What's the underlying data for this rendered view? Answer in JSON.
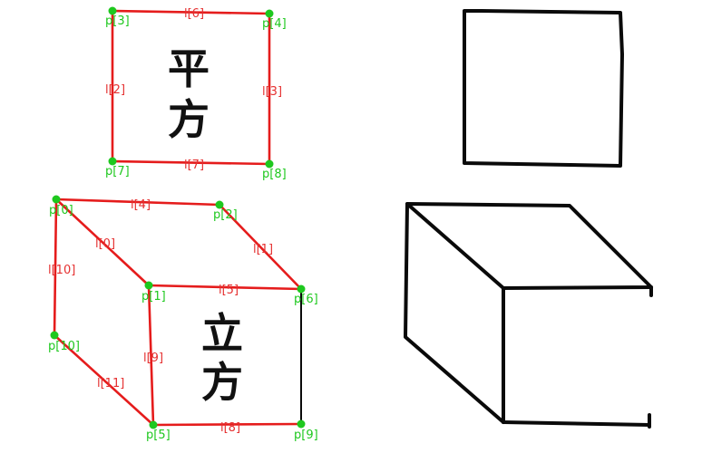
{
  "square_annotated": {
    "kanji_top": "平",
    "kanji_bottom": "方",
    "points": [
      {
        "id": "p3",
        "label": "p[3]"
      },
      {
        "id": "p4",
        "label": "p[4]"
      },
      {
        "id": "p7",
        "label": "p[7]"
      },
      {
        "id": "p8",
        "label": "p[8]"
      }
    ],
    "lines": [
      {
        "id": "l6",
        "label": "l[6]"
      },
      {
        "id": "l2",
        "label": "l[2]"
      },
      {
        "id": "l3",
        "label": "l[3]"
      },
      {
        "id": "l7",
        "label": "l[7]"
      }
    ]
  },
  "cube_annotated": {
    "kanji_top": "立",
    "kanji_bottom": "方",
    "points": [
      {
        "id": "p0",
        "label": "p[0]"
      },
      {
        "id": "p2",
        "label": "p[2]"
      },
      {
        "id": "p1",
        "label": "p[1]"
      },
      {
        "id": "p6",
        "label": "p[6]"
      },
      {
        "id": "p10",
        "label": "p[10]"
      },
      {
        "id": "p5",
        "label": "p[5]"
      },
      {
        "id": "p9",
        "label": "p[9]"
      }
    ],
    "lines": [
      {
        "id": "l4",
        "label": "l[4]"
      },
      {
        "id": "l0",
        "label": "l[0]"
      },
      {
        "id": "l1",
        "label": "l[1]"
      },
      {
        "id": "l10",
        "label": "l[10]"
      },
      {
        "id": "l5",
        "label": "l[5]"
      },
      {
        "id": "l9",
        "label": "l[9]"
      },
      {
        "id": "l11",
        "label": "l[11]"
      },
      {
        "id": "l8",
        "label": "l[8]"
      }
    ]
  },
  "colors": {
    "edge": "#e51c1c",
    "point": "#1ec81e",
    "line_label": "#e53030",
    "point_label": "#1ec81e",
    "ink": "#0a0a0a"
  }
}
